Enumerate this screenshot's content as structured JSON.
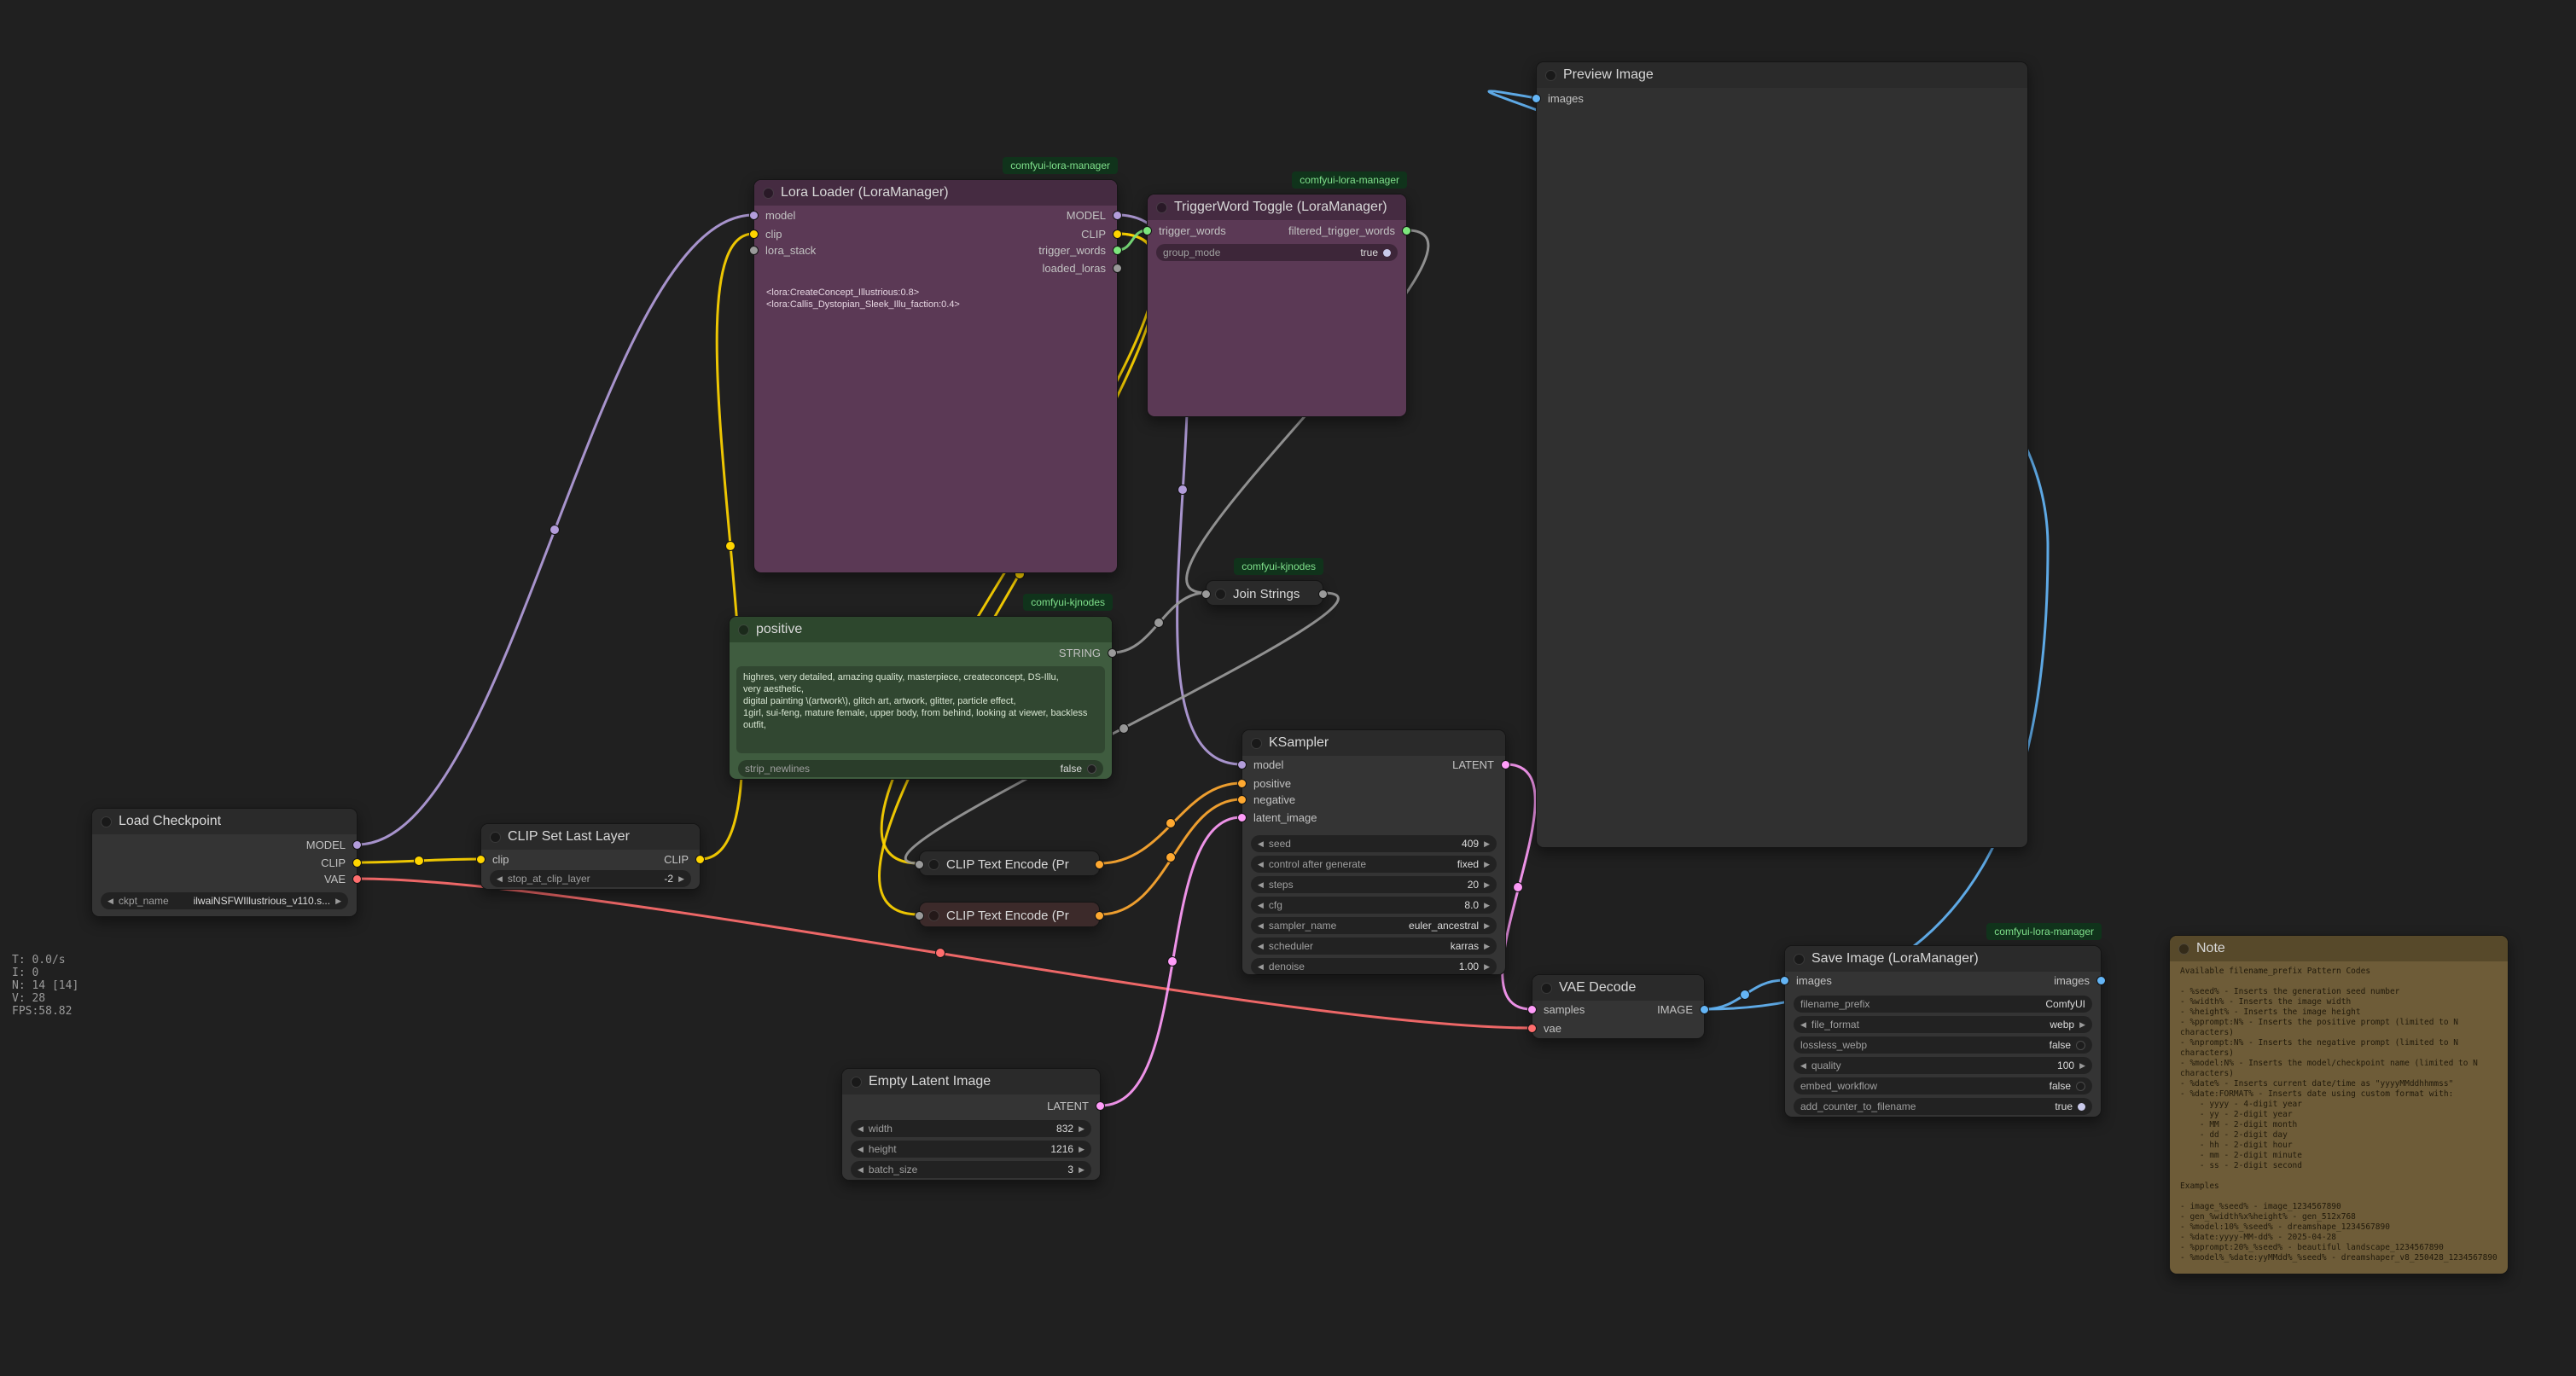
{
  "colors": {
    "canvas_bg": "#202020",
    "node_bg": "#343434",
    "node_header": "#2a2a2a",
    "preview_bg": "#303030",
    "purple_bg": "#5b3955",
    "purple_header": "#452b41",
    "green_bg": "#3f5c3f",
    "green_header": "#2d472d",
    "olive_bg": "#6e5c38",
    "olive_header": "#57492a",
    "enc2_bg": "#3c2a2a",
    "note_text": "#211a0b",
    "badge_bg": "#10331b",
    "badge_text": "#7fe08b",
    "model": "#b39ddb",
    "clip": "#ffd500",
    "vae": "#ff6e6e",
    "conditioning": "#ffa931",
    "latent": "#ff9cf9",
    "image": "#64b5f6",
    "string": "#9a9a9a",
    "trigger": "#7de67d",
    "toggle_on": "#c9c9ea",
    "title_text": "#d8d8d8",
    "widget_text": "#c8c8c8",
    "lora_text": "#e6d6e2",
    "prompt_text": "#d8e6d2"
  },
  "stats": "T: 0.0/s\nI: 0\nN: 14 [14]\nV: 28\nFPS:58.82",
  "badges": {
    "lora_manager": "comfyui-lora-manager",
    "kjnodes": "comfyui-kjnodes"
  },
  "nodes": {
    "load_checkpoint": {
      "title": "Load Checkpoint",
      "outputs": [
        "MODEL",
        "CLIP",
        "VAE"
      ],
      "widgets": [
        {
          "label": "ckpt_name",
          "value": "ilwaiNSFWIllustrious_v110.s..."
        }
      ]
    },
    "clip_set_last_layer": {
      "title": "CLIP Set Last Layer",
      "inputs": [
        "clip"
      ],
      "outputs": [
        "CLIP"
      ],
      "widgets": [
        {
          "label": "stop_at_clip_layer",
          "value": "-2"
        }
      ]
    },
    "lora_loader": {
      "title": "Lora Loader (LoraManager)",
      "inputs": [
        "model",
        "clip",
        "lora_stack"
      ],
      "outputs": [
        "MODEL",
        "CLIP",
        "trigger_words",
        "loaded_loras"
      ],
      "text": "<lora:CreateConcept_Illustrious:0.8> <lora:Callis_Dystopian_Sleek_Illu_faction:0.4>"
    },
    "trigger_toggle": {
      "title": "TriggerWord Toggle (LoraManager)",
      "inputs": [
        "trigger_words"
      ],
      "outputs": [
        "filtered_trigger_words"
      ],
      "widgets": [
        {
          "label": "group_mode",
          "value": "true"
        }
      ]
    },
    "positive": {
      "title": "positive",
      "outputs": [
        "STRING"
      ],
      "text": "highres, very detailed, amazing quality, masterpiece, createconcept, DS-Illu,\nvery aesthetic,\ndigital painting \\(artwork\\), glitch art, artwork, glitter, particle effect,\n1girl, sui-feng, mature female, upper body, from behind, looking at viewer, backless outfit,",
      "widgets": [
        {
          "label": "strip_newlines",
          "value": "false"
        }
      ]
    },
    "join_strings": {
      "title": "Join Strings"
    },
    "encode1": {
      "title": "CLIP Text Encode (Pr"
    },
    "encode2": {
      "title": "CLIP Text Encode (Pr"
    },
    "ksampler": {
      "title": "KSampler",
      "inputs": [
        "model",
        "positive",
        "negative",
        "latent_image"
      ],
      "outputs": [
        "LATENT"
      ],
      "widgets": [
        {
          "label": "seed",
          "value": "409"
        },
        {
          "label": "control after generate",
          "value": "fixed"
        },
        {
          "label": "steps",
          "value": "20"
        },
        {
          "label": "cfg",
          "value": "8.0"
        },
        {
          "label": "sampler_name",
          "value": "euler_ancestral"
        },
        {
          "label": "scheduler",
          "value": "karras"
        },
        {
          "label": "denoise",
          "value": "1.00"
        }
      ]
    },
    "empty_latent": {
      "title": "Empty Latent Image",
      "outputs": [
        "LATENT"
      ],
      "widgets": [
        {
          "label": "width",
          "value": "832"
        },
        {
          "label": "height",
          "value": "1216"
        },
        {
          "label": "batch_size",
          "value": "3"
        }
      ]
    },
    "vae_decode": {
      "title": "VAE Decode",
      "inputs": [
        "samples",
        "vae"
      ],
      "outputs": [
        "IMAGE"
      ]
    },
    "save_image": {
      "title": "Save Image (LoraManager)",
      "inputs": [
        "images"
      ],
      "outputs": [
        "images"
      ],
      "widgets": [
        {
          "label": "filename_prefix",
          "value": "ComfyUI"
        },
        {
          "label": "file_format",
          "value": "webp"
        },
        {
          "label": "lossless_webp",
          "value": "false"
        },
        {
          "label": "quality",
          "value": "100"
        },
        {
          "label": "embed_workflow",
          "value": "false"
        },
        {
          "label": "add_counter_to_filename",
          "value": "true"
        }
      ]
    },
    "preview_image": {
      "title": "Preview Image",
      "inputs": [
        "images"
      ]
    },
    "note": {
      "title": "Note",
      "text": "Available filename_prefix Pattern Codes\n\n- %seed% - Inserts the generation seed number\n- %width% - Inserts the image width\n- %height% - Inserts the image height\n- %pprompt:N% - Inserts the positive prompt (limited to N characters)\n- %nprompt:N% - Inserts the negative prompt (limited to N characters)\n- %model:N% - Inserts the model/checkpoint name (limited to N characters)\n- %date% - Inserts current date/time as \"yyyyMMddhhmmss\"\n- %date:FORMAT% - Inserts date using custom format with:\n    - yyyy - 4-digit year\n    - yy - 2-digit year\n    - MM - 2-digit month\n    - dd - 2-digit day\n    - hh - 2-digit hour\n    - mm - 2-digit minute\n    - ss - 2-digit second\n\nExamples\n\n- image_%seed% - image_1234567890\n- gen_%width%x%height% - gen_512x768\n- %model:10%_%seed% - dreamshape_1234567890\n- %date:yyyy-MM-dd% - 2025-04-28\n- %pprompt:20%_%seed% - beautiful landscape_1234567890\n- %model%_%date:yyMMdd%_%seed% - dreamshaper_v8_250428_1234567890\n\nYou can combine multiple patterns to create detailed, organized filenames for you"
    }
  }
}
